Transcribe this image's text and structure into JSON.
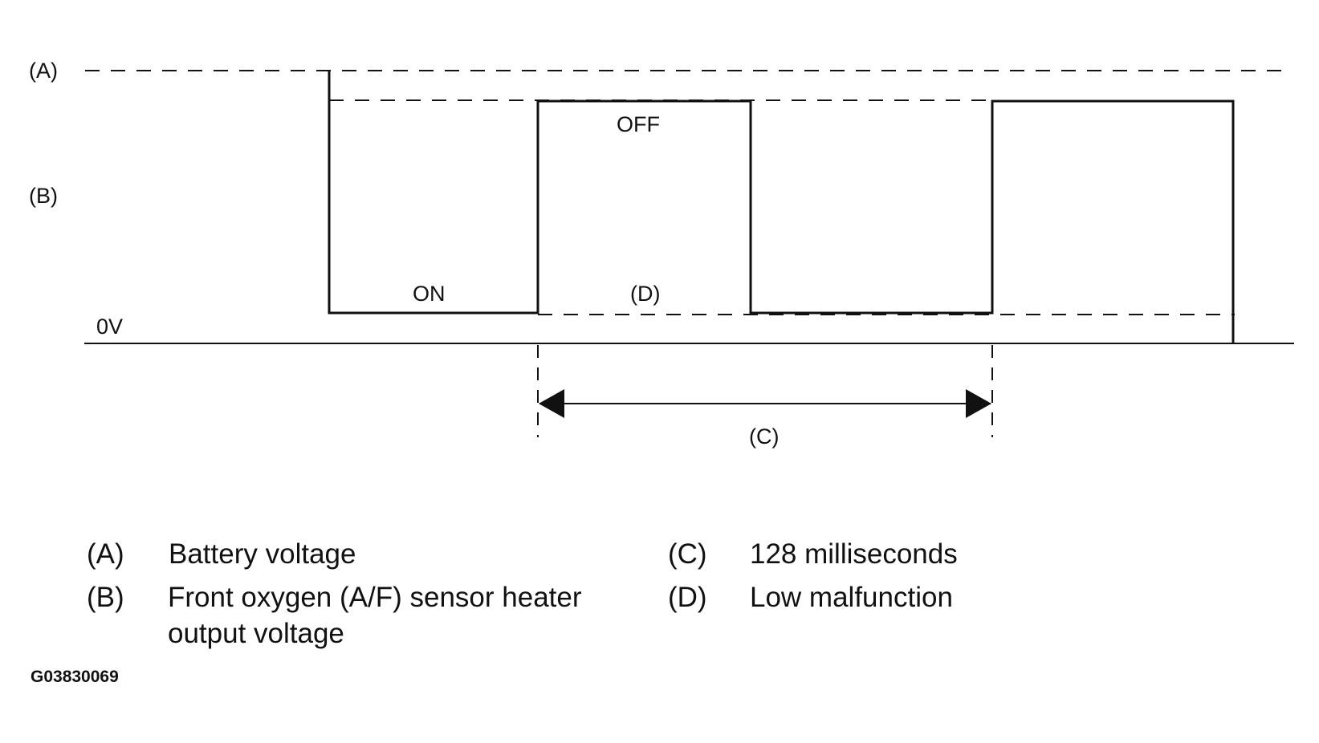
{
  "diagram": {
    "labels": {
      "a": "(A)",
      "b": "(B)",
      "zero": "0V",
      "on": "ON",
      "off": "OFF",
      "d": "(D)",
      "c": "(C)"
    }
  },
  "legend": [
    {
      "key": "(A)",
      "text": "Battery voltage"
    },
    {
      "key": "(B)",
      "text": "Front oxygen (A/F) sensor heater",
      "text2": "output voltage"
    },
    {
      "key": "(C)",
      "text": "128 milliseconds"
    },
    {
      "key": "(D)",
      "text": "Low malfunction"
    }
  ],
  "figure_id": "G03830069",
  "colors": {
    "ink": "#111111",
    "background": "#ffffff"
  }
}
